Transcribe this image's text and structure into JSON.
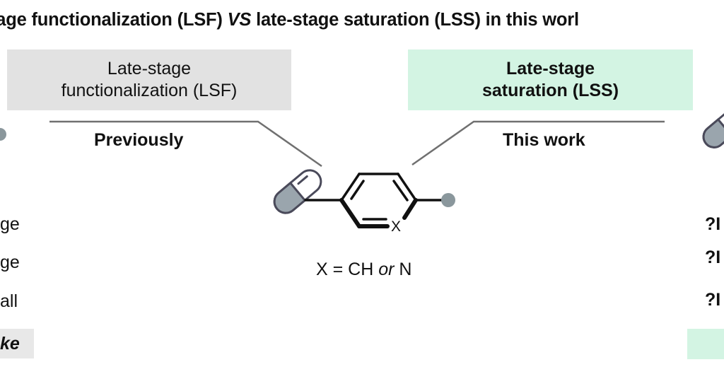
{
  "title": {
    "part1": "tage functionalization (LSF) ",
    "vs": "VS",
    "part2": " late-stage saturation (LSS) in this worl"
  },
  "left_box": {
    "line1": "Late-stage",
    "line2": "functionalization (LSF)"
  },
  "right_box": {
    "line1": "Late-stage",
    "line2": "saturation (LSS)"
  },
  "left_header": "Previously",
  "right_header": "This work",
  "ring_atom": "X",
  "caption": {
    "part1": "X = CH ",
    "or": "or",
    "part2": " N"
  },
  "left_column": [
    "ge",
    "ge",
    "all"
  ],
  "left_footer": "ke",
  "right_column": [
    "?I",
    "?I",
    "?I"
  ],
  "colors": {
    "lsf_box": "#e2e2e2",
    "lss_box": "#d3f4e3",
    "capsule": "#9aa5ad",
    "dot": "#8a979c",
    "connector": "#707070"
  },
  "icons": [
    "drug-capsule-icon",
    "substituent-dot-icon"
  ]
}
